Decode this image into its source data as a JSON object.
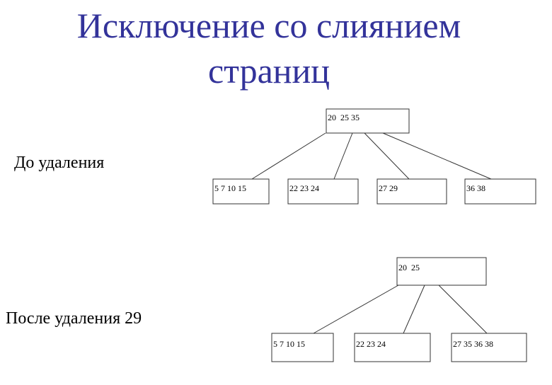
{
  "title": {
    "line1": "Исключение со слиянием",
    "line2": "страниц"
  },
  "before": {
    "label": "До удаления",
    "root": "20  25 35",
    "children": [
      "5 7 10 15",
      "22 23 24",
      "27 29",
      "36 38"
    ]
  },
  "after": {
    "label": "После удаления 29",
    "root": "20  25",
    "children": [
      "5 7 10 15",
      "22 23 24",
      "27 35 36 38"
    ]
  },
  "colors": {
    "title": "#33339a",
    "lines": "#333333"
  }
}
